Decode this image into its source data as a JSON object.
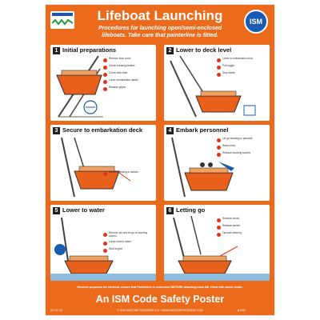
{
  "header": {
    "title": "Lifeboat Launching",
    "subtitle_line1": "Procedures for launching open/semi-enclosed",
    "subtitle_line2": "lifeboats. Take care that painterline is fitted.",
    "badge_text": "ISM"
  },
  "panels": [
    {
      "number": "1",
      "title": "Initial preparations",
      "notes": [
        "Remove boat cover",
        "Check bowsing tackles",
        "Check falls clear",
        "Lower embarkation ladder",
        "Release gripes"
      ]
    },
    {
      "number": "2",
      "title": "Lower to deck level",
      "notes": [
        "Lower to embarkation deck",
        "Pull toggle",
        "Stop davits"
      ]
    },
    {
      "number": "3",
      "title": "Secure to embarkation deck",
      "notes": [
        "Secure bowsing in tackles"
      ]
    },
    {
      "number": "4",
      "title": "Embark personnel",
      "notes": [
        "Let go bowsing-in pendant",
        "Board crew",
        "Release bowsing tackles"
      ]
    },
    {
      "number": "5",
      "title": "Lower to water",
      "notes": [
        "Remove pin and let go of lowering control",
        "Lower boat to water",
        "Start engine"
      ]
    },
    {
      "number": "6",
      "title": "Letting go",
      "notes": [
        "Release hooks",
        "Release painter",
        "Operate steering"
      ]
    }
  ],
  "footnote": "Reverse sequence for retrieval, ensure that Painterline is connected BEFORE attaching main fall. Hoist with winch motor.",
  "footer": {
    "title": "An ISM Code Safety Poster",
    "left_code": "CE CE CE",
    "center_text": "© 2016 MARITIME PROGRESS LTD · WWW.MARITIMEPROGRESS.COM",
    "right_code": "■ 0000"
  },
  "colors": {
    "poster_orange": "#ec6a1c",
    "lifeboat_orange": "#e8601a",
    "accent_blue": "#1b5cb0",
    "marker_red": "#e2331c"
  }
}
